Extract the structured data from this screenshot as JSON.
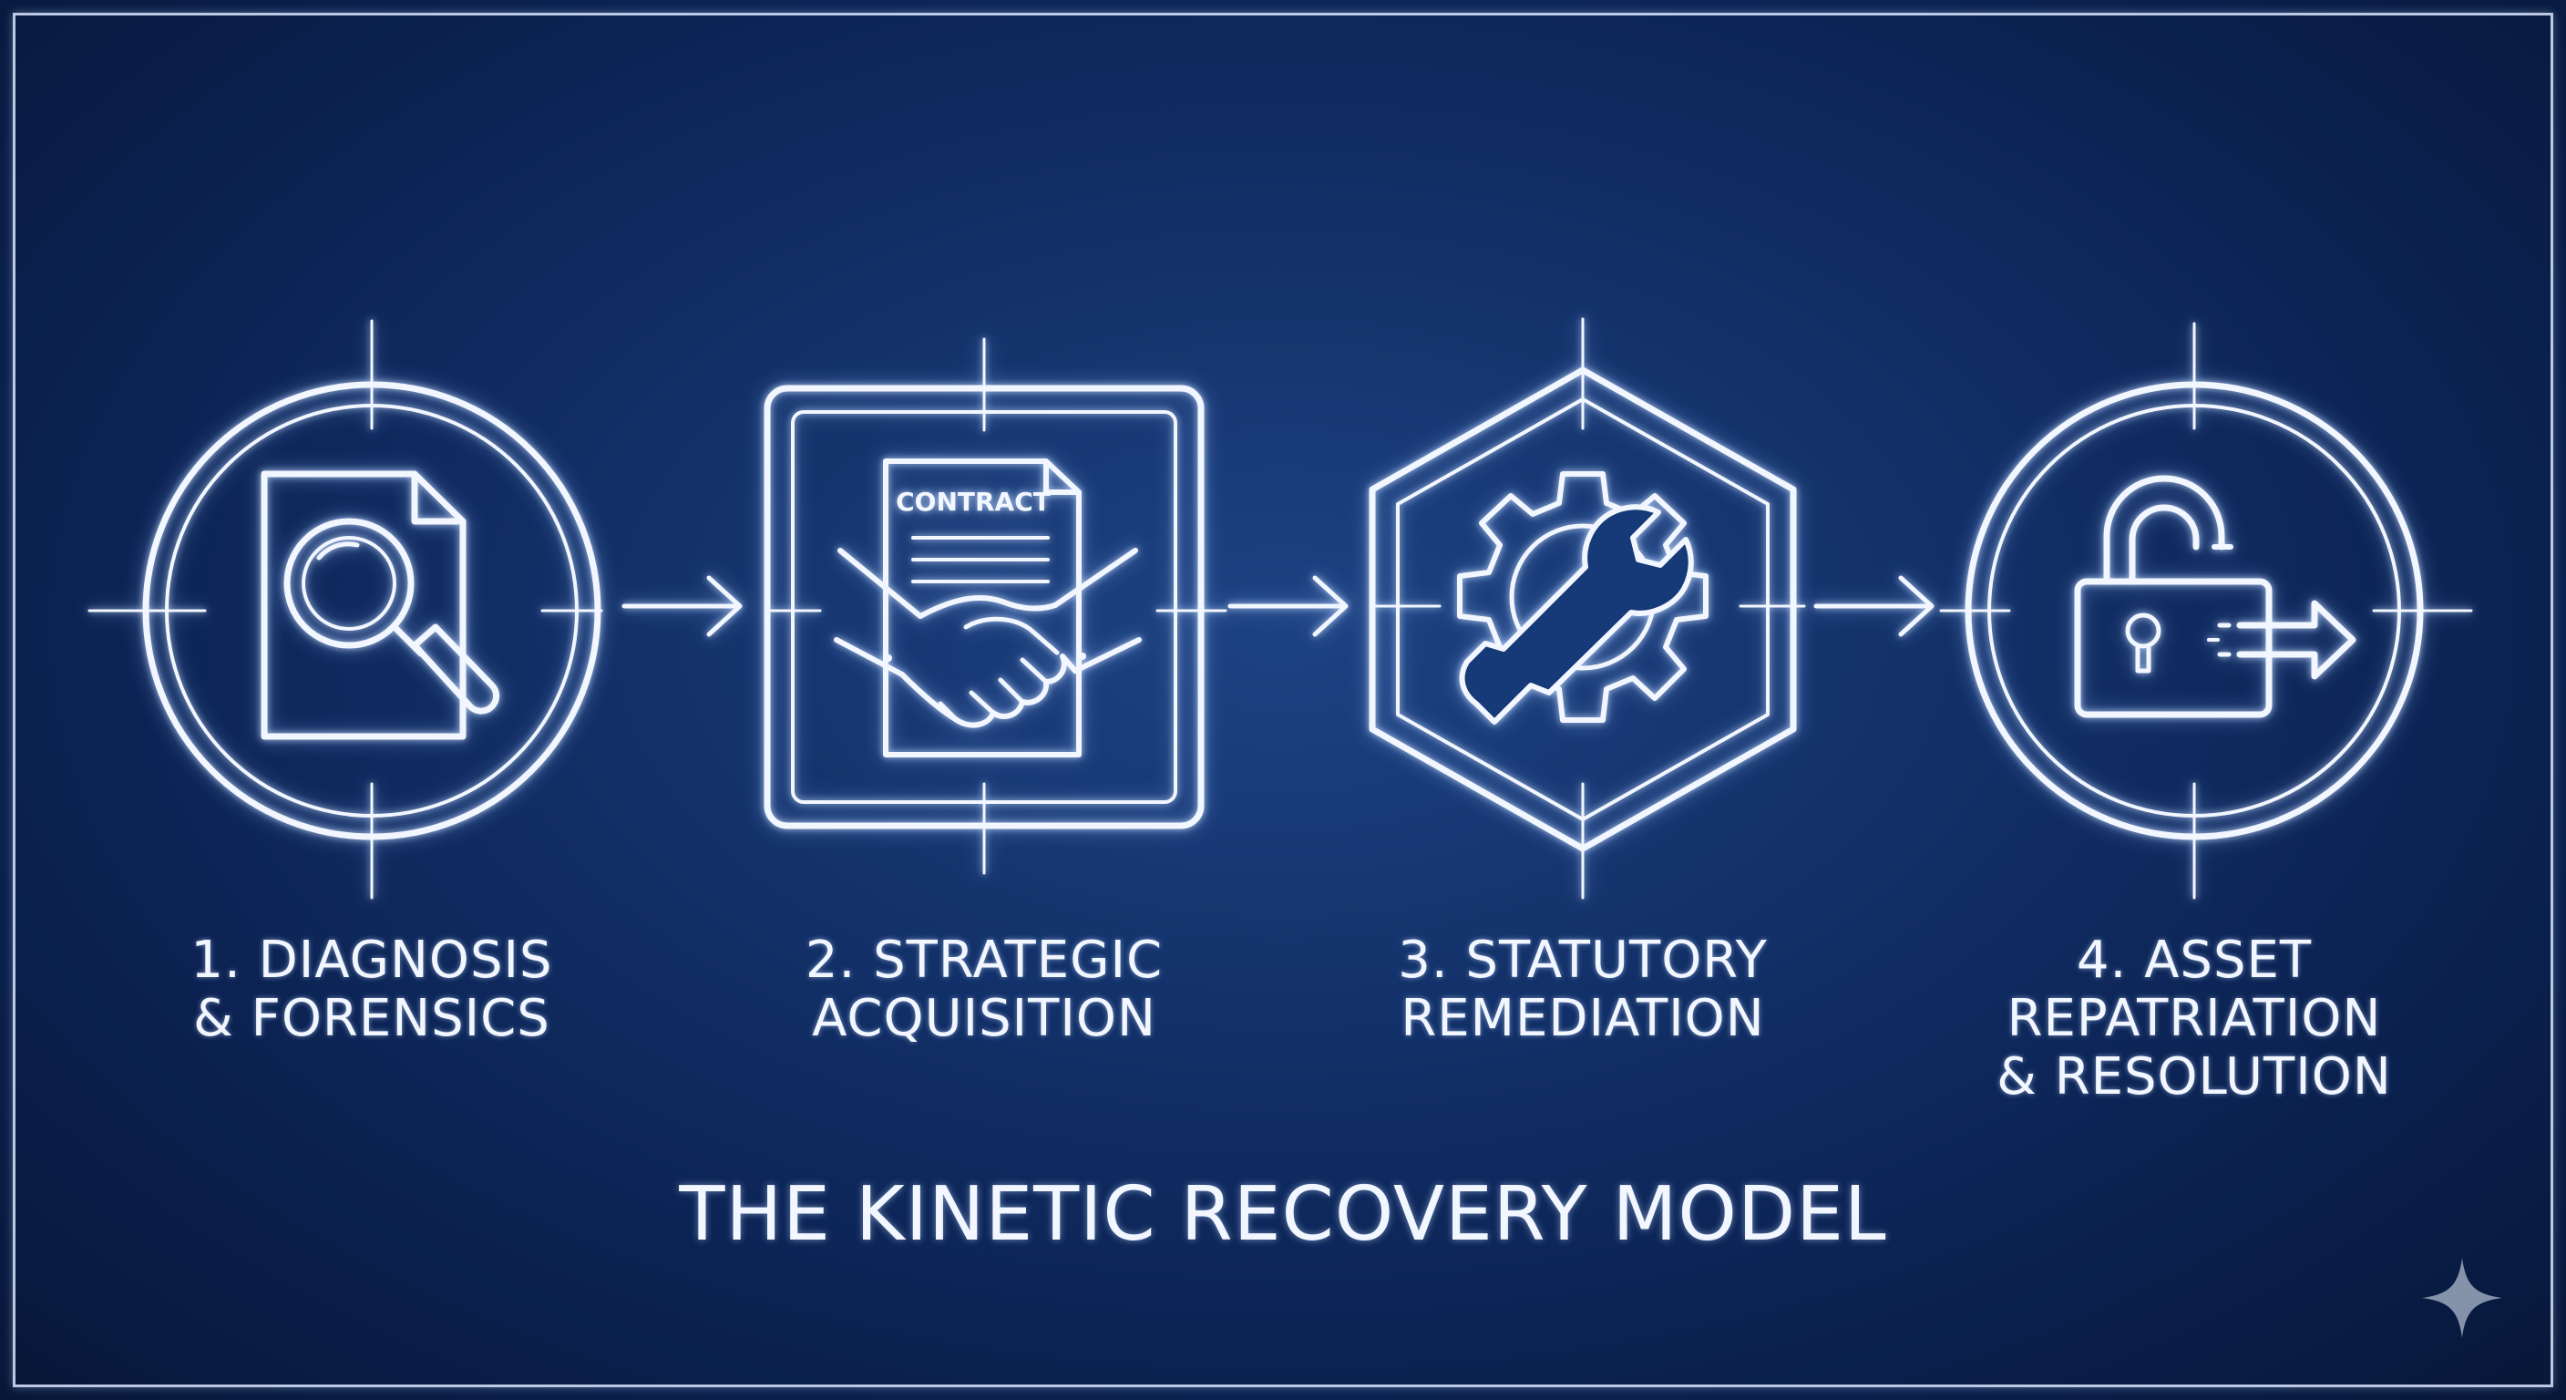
{
  "title": "THE KINETIC RECOVERY MODEL",
  "steps": [
    {
      "line1": "1. DIAGNOSIS",
      "line2": "& FORENSICS",
      "line3": "",
      "icon": "document-magnifier-icon"
    },
    {
      "line1": "2. STRATEGIC",
      "line2": "ACQUISITION",
      "line3": "",
      "icon": "contract-handshake-icon",
      "icon_text": "CONTRACT"
    },
    {
      "line1": "3. STATUTORY",
      "line2": "REMEDIATION",
      "line3": "",
      "icon": "gear-wrench-icon"
    },
    {
      "line1": "4. ASSET",
      "line2": "REPATRIATION",
      "line3": "& RESOLUTION",
      "icon": "unlock-exit-icon"
    }
  ],
  "colors": {
    "background": "#123068",
    "line": "#f2f6ff"
  }
}
